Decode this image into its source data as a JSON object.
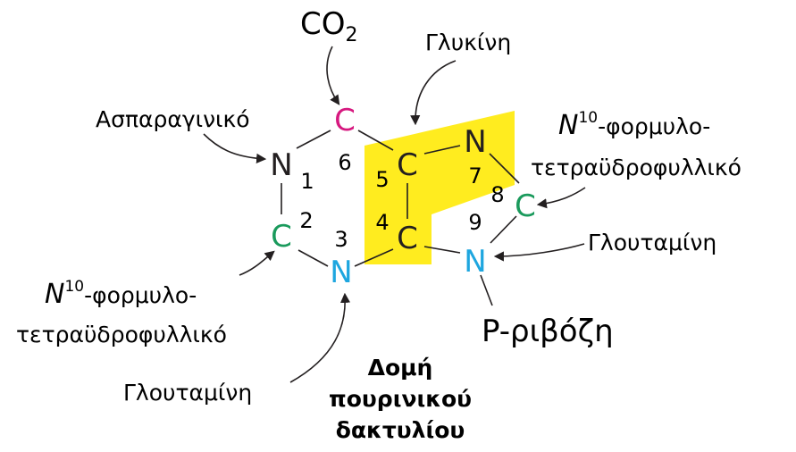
{
  "colors": {
    "text": "#231f20",
    "magenta": "#d6187f",
    "green": "#1a9a5c",
    "blue": "#1ea6df",
    "highlight": "#ffec1f"
  },
  "atoms": {
    "c6": "C",
    "n1": "N",
    "c2": "C",
    "n3": "N",
    "c4": "C",
    "c5": "C",
    "n7": "N",
    "c8": "C",
    "n9": "N"
  },
  "numbers": {
    "n1": "1",
    "n2": "2",
    "n3": "3",
    "n4": "4",
    "n5": "5",
    "n6": "6",
    "n7": "7",
    "n8": "8",
    "n9": "9"
  },
  "sources": {
    "co2_main": "CO",
    "co2_sub": "2",
    "glycine": "Γλυκίνη",
    "aspartate": "Ασπαραγινικό",
    "formyl_right_n": "N",
    "formyl_right_sup": "10",
    "formyl_right_line1": "-φορμυλο-",
    "formyl_right_line2": "τετραϋδροφυλλικό",
    "glutamine_right": "Γλουταμίνη",
    "formyl_left_n": "N",
    "formyl_left_sup": "10",
    "formyl_left_line1": "-φορμυλο-",
    "formyl_left_line2": "τετραϋδροφυλλικό",
    "glutamine_bottom": "Γλουταμίνη",
    "ribose": "P-ριβόζη"
  },
  "title": {
    "line1": "Δομή",
    "line2": "πουρινικού",
    "line3": "δακτυλίου"
  }
}
